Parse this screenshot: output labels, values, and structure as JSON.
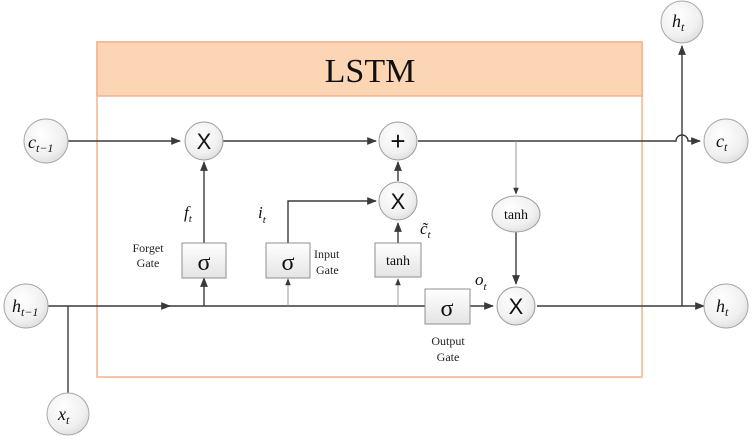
{
  "title": "LSTM",
  "inputs": {
    "c_prev": {
      "base": "c",
      "sub": "t−1"
    },
    "h_prev": {
      "base": "h",
      "sub": "t−1"
    },
    "x": {
      "base": "x",
      "sub": "t"
    }
  },
  "outputs": {
    "h_top": {
      "base": "h",
      "sub": "t"
    },
    "c": {
      "base": "c",
      "sub": "t"
    },
    "h": {
      "base": "h",
      "sub": "t"
    }
  },
  "operators": {
    "forget_multiply": "X",
    "cell_add": "+",
    "input_multiply": "X",
    "output_multiply": "X"
  },
  "gates": {
    "forget": {
      "symbol": "σ",
      "label_line1": "Forget",
      "label_line2": "Gate"
    },
    "input": {
      "symbol": "σ",
      "label_line1": "Input",
      "label_line2": "Gate"
    },
    "candidate": {
      "symbol": "tanh"
    },
    "output": {
      "symbol": "σ",
      "label_line1": "Output",
      "label_line2": "Gate"
    }
  },
  "cell_tanh": "tanh",
  "signals": {
    "f": {
      "base": "f",
      "sub": "t"
    },
    "i": {
      "base": "i",
      "sub": "t"
    },
    "c_tilde": {
      "base": "c̃",
      "sub": "t"
    },
    "o": {
      "base": "o",
      "sub": "t"
    }
  },
  "colors": {
    "title_bar": "#fcd5b5",
    "frame": "#f2b38c",
    "line": "#3a3a3a"
  }
}
